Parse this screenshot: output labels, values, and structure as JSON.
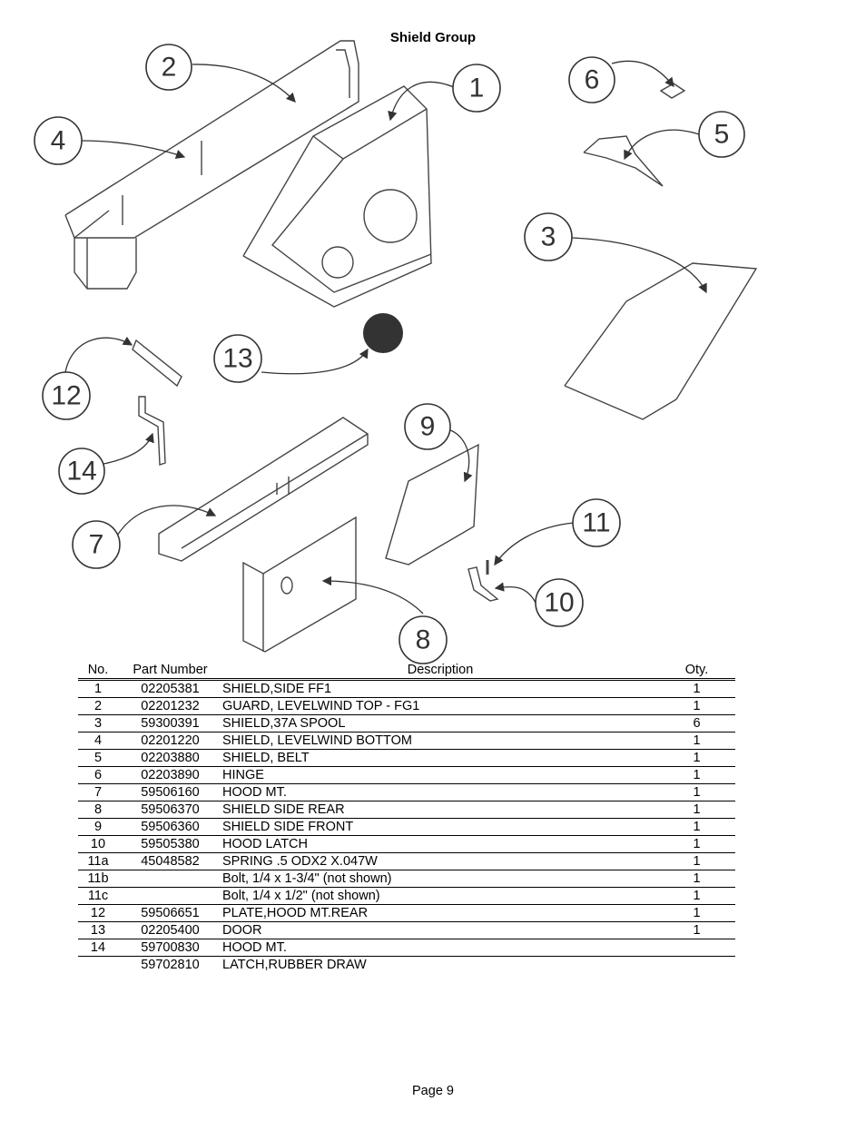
{
  "title": "Shield Group",
  "callouts": [
    "1",
    "2",
    "3",
    "4",
    "5",
    "6",
    "7",
    "8",
    "9",
    "10",
    "11",
    "12",
    "13",
    "14"
  ],
  "table": {
    "headers": {
      "no": "No.",
      "part_number": "Part Number",
      "description": "Description",
      "qty": "Oty."
    },
    "rows": [
      {
        "no": "1",
        "part_number": "02205381",
        "description": "SHIELD,SIDE FF1",
        "qty": "1"
      },
      {
        "no": "2",
        "part_number": "02201232",
        "description": "GUARD, LEVELWIND TOP - FG1",
        "qty": "1"
      },
      {
        "no": "3",
        "part_number": "59300391",
        "description": "SHIELD,37A SPOOL",
        "qty": "6"
      },
      {
        "no": "4",
        "part_number": "02201220",
        "description": "SHIELD, LEVELWIND BOTTOM",
        "qty": "1"
      },
      {
        "no": "5",
        "part_number": "02203880",
        "description": "SHIELD, BELT",
        "qty": "1"
      },
      {
        "no": "6",
        "part_number": "02203890",
        "description": "HINGE",
        "qty": "1"
      },
      {
        "no": "7",
        "part_number": "59506160",
        "description": "HOOD MT.",
        "qty": "1"
      },
      {
        "no": "8",
        "part_number": "59506370",
        "description": "SHIELD SIDE REAR",
        "qty": "1"
      },
      {
        "no": "9",
        "part_number": "59506360",
        "description": "SHIELD SIDE FRONT",
        "qty": "1"
      },
      {
        "no": "10",
        "part_number": "59505380",
        "description": "HOOD LATCH",
        "qty": "1"
      },
      {
        "no": "11a",
        "part_number": "45048582",
        "description": "SPRING .5 ODX2 X.047W",
        "qty": "1"
      },
      {
        "no": "11b",
        "part_number": "",
        "description": "Bolt, 1/4 x 1-3/4\" (not shown)",
        "qty": "1"
      },
      {
        "no": "11c",
        "part_number": "",
        "description": "Bolt, 1/4 x 1/2\" (not shown)",
        "qty": "1"
      },
      {
        "no": "12",
        "part_number": "59506651",
        "description": "PLATE,HOOD MT.REAR",
        "qty": "1"
      },
      {
        "no": "13",
        "part_number": "02205400",
        "description": "DOOR",
        "qty": "1"
      },
      {
        "no": "14",
        "part_number": "59700830",
        "description": "HOOD MT.",
        "qty": ""
      },
      {
        "no": "",
        "part_number": "59702810",
        "description": "LATCH,RUBBER DRAW",
        "qty": ""
      }
    ]
  },
  "footer": "Page 9"
}
